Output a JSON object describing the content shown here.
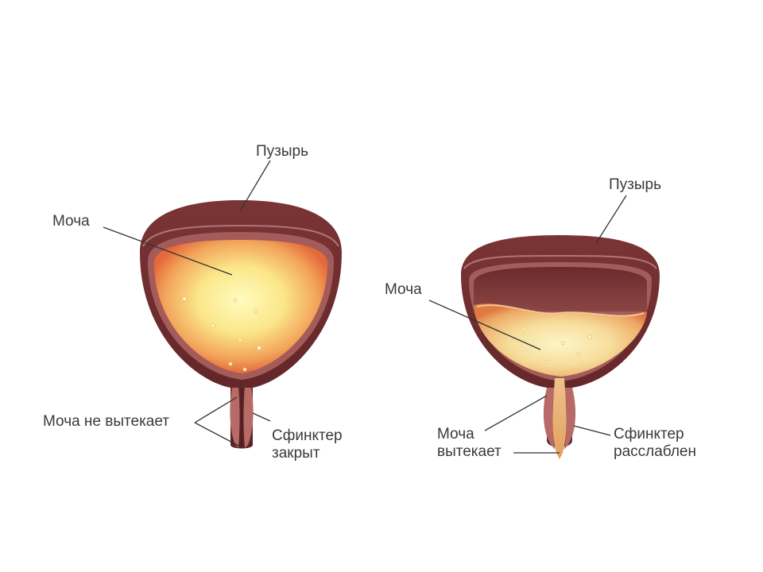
{
  "left": {
    "bladder_label": "Пузырь",
    "urine_label": "Моча",
    "no_leak_label": "Моча не вытекает",
    "sphincter_line1": "Сфинктер",
    "sphincter_line2": "закрыт"
  },
  "right": {
    "bladder_label": "Пузырь",
    "urine_label": "Моча",
    "leak_line1": "Моча",
    "leak_line2": "вытекает",
    "sphincter_line1": "Сфинктер",
    "sphincter_line2": "расслаблен"
  },
  "colors": {
    "wall": "#6e2a2c",
    "wall_light": "#9a5a5a",
    "urine_center": "#fff8b0",
    "urine_edge": "#e8703a",
    "leak": "#e8b47a"
  }
}
